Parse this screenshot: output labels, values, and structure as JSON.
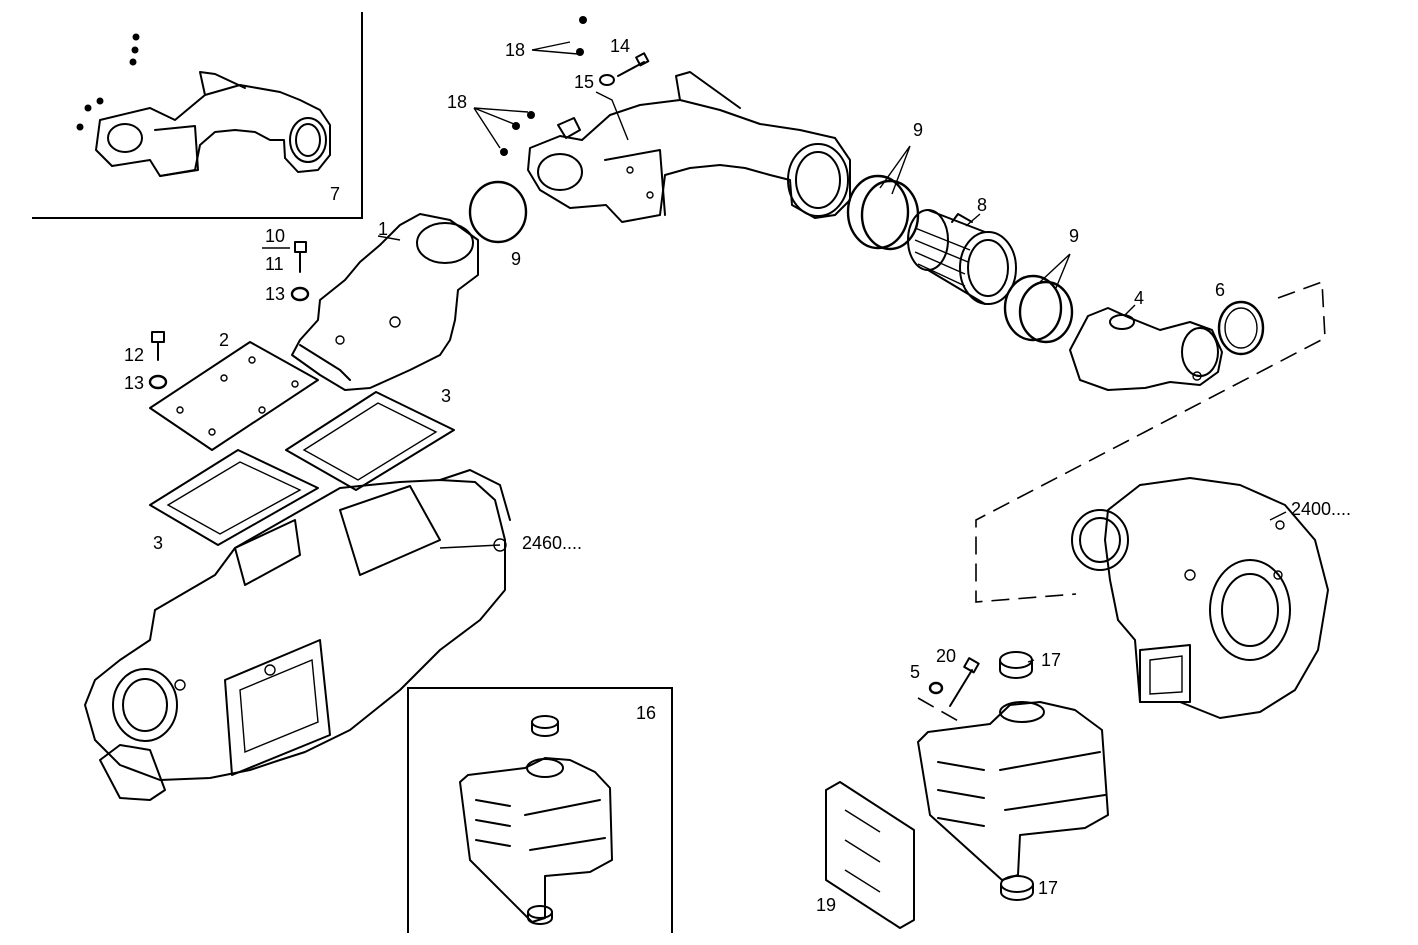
{
  "labels": {
    "l1": "1",
    "l2": "2",
    "l3a": "3",
    "l3b": "3",
    "l4": "4",
    "l5": "5",
    "l6": "6",
    "l7": "7",
    "l8": "8",
    "l9a": "9",
    "l9b": "9",
    "l9c": "9",
    "l10": "10",
    "l11": "11",
    "l12": "12",
    "l13a": "13",
    "l13b": "13",
    "l14": "14",
    "l15": "15",
    "l16": "16",
    "l17a": "17",
    "l17b": "17",
    "l18a": "18",
    "l18b": "18",
    "l19": "19",
    "l20": "20",
    "ref2460": "2460....",
    "ref2400": "2400...."
  }
}
